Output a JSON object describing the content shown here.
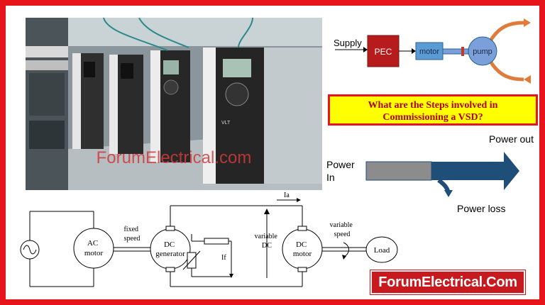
{
  "photo": {
    "watermark": "ForumElectrical.com"
  },
  "flow_diagram": {
    "supply_label": "Supply",
    "pec_label": "PEC",
    "motor_label": "motor",
    "pump_label": "pump",
    "colors": {
      "pec": "#b71c1c",
      "motor": "#5b9bd5",
      "pump": "#7b9fd8",
      "pipe": "#e07b39"
    }
  },
  "title": {
    "line1": "What are the Steps involved in",
    "line2": "Commissioning a VSD?"
  },
  "power_diagram": {
    "power_in": "Power\nIn",
    "power_out": "Power out",
    "power_loss": "Power loss",
    "colors": {
      "input_bar": "#8c8c8c",
      "arrow": "#1f4e79"
    }
  },
  "circuit": {
    "ac_motor": "AC\nmotor",
    "fixed_speed": "fixed\nspeed",
    "dc_generator": "DC\ngenerator",
    "variable_dc": "variable\nDC",
    "dc_motor": "DC\nmotor",
    "variable_speed": "variable\nspeed",
    "load": "Load",
    "current_a": "Ia",
    "current_f": "If"
  },
  "brand": {
    "label": "ForumElectrical.Com",
    "color": "#c8191e"
  }
}
